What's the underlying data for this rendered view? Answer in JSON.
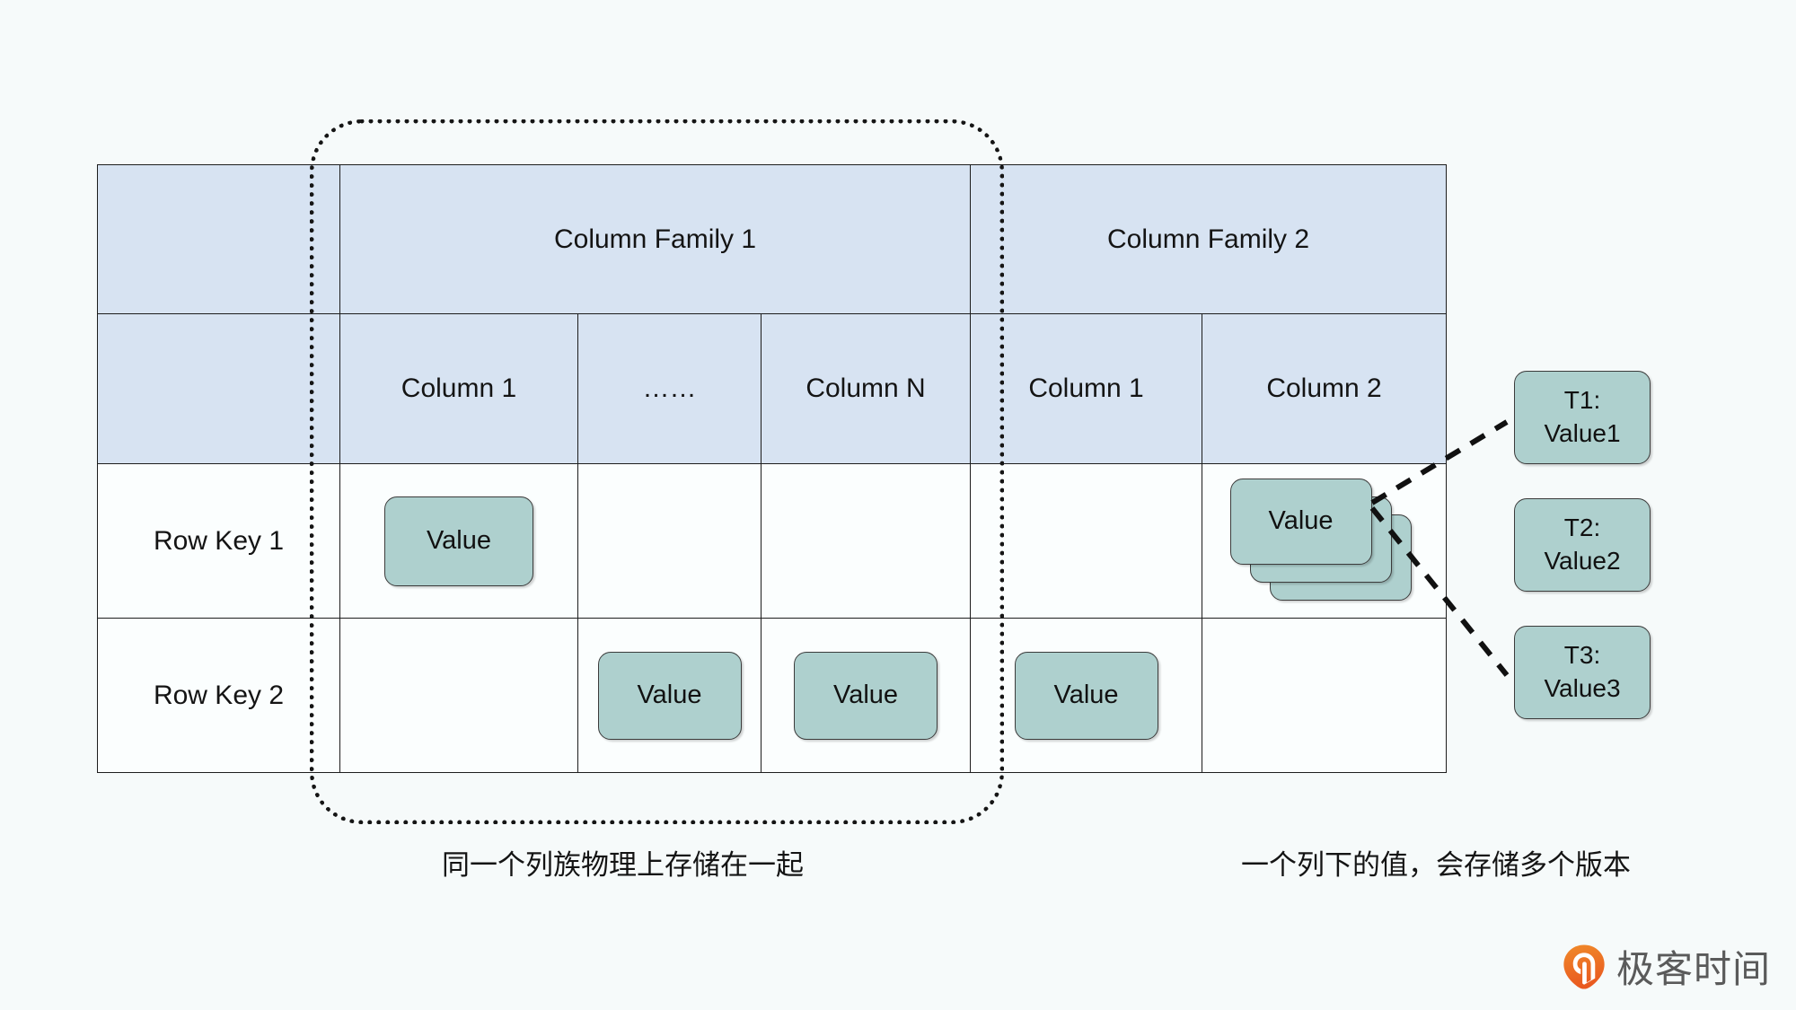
{
  "diagram": {
    "table": {
      "header_row_1": [
        {
          "label": "",
          "kind": "corner"
        },
        {
          "label": "Column Family 1",
          "kind": "family",
          "span": 3
        },
        {
          "label": "Column Family 2",
          "kind": "family",
          "span": 2
        }
      ],
      "header_row_2": [
        {
          "label": ""
        },
        {
          "label": "Column 1"
        },
        {
          "label": "……"
        },
        {
          "label": "Column N"
        },
        {
          "label": "Column 1"
        },
        {
          "label": "Column 2"
        }
      ],
      "rows": [
        {
          "row_key": "Row Key 1",
          "cells": [
            {
              "type": "value",
              "label": "Value"
            },
            {
              "type": "empty",
              "label": ""
            },
            {
              "type": "empty",
              "label": ""
            },
            {
              "type": "empty",
              "label": ""
            },
            {
              "type": "value-stack",
              "label": "Value",
              "versions": 3
            }
          ]
        },
        {
          "row_key": "Row Key 2",
          "cells": [
            {
              "type": "empty",
              "label": ""
            },
            {
              "type": "value",
              "label": "Value"
            },
            {
              "type": "value",
              "label": "Value"
            },
            {
              "type": "value",
              "label": "Value"
            },
            {
              "type": "empty",
              "label": ""
            }
          ]
        }
      ]
    },
    "version_chips": [
      {
        "id": "ts1",
        "line1": "T1:",
        "line2": "Value1"
      },
      {
        "id": "ts2",
        "line1": "T2:",
        "line2": "Value2"
      },
      {
        "id": "ts3",
        "line1": "T3:",
        "line2": "Value3"
      }
    ],
    "captions": {
      "left": "同一个列族物理上存储在一起",
      "right": "一个列下的值，会存储多个版本"
    },
    "annotations": {
      "column_family_boundary": "dotted-rounded-rectangle"
    },
    "brand": {
      "name": "极客时间",
      "mark_color": "#ec6a27",
      "text_color": "#5a5a5a"
    },
    "colors": {
      "background": "#f6fafa",
      "header_fill": "#d7e3f2",
      "cell_fill": "#fbfefe",
      "value_fill": "#aed0ce",
      "stroke": "#1d1d1d",
      "text": "#141414"
    }
  }
}
